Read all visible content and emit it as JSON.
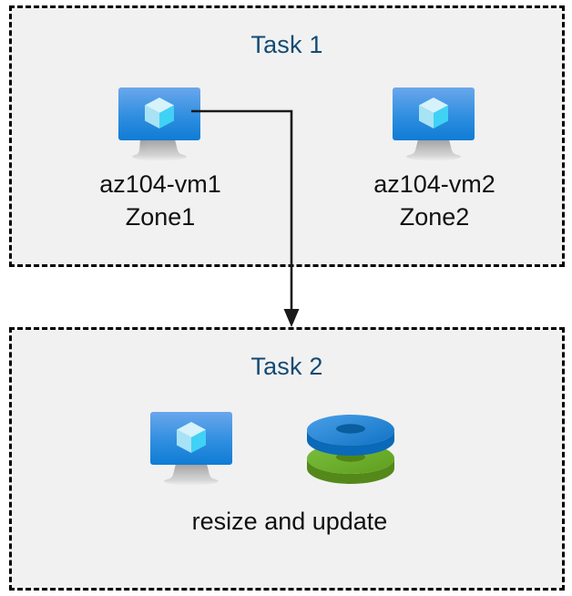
{
  "diagram": {
    "background_color": "#ffffff",
    "box_fill_color": "#f1f1f1",
    "box_border_color": "#000000",
    "title_color": "#134a73",
    "label_color": "#111111",
    "accent_blue": "#1a8bdc",
    "accent_green": "#6aaa22"
  },
  "task1": {
    "title": "Task 1",
    "nodes": [
      {
        "icon": "virtual-machine-icon",
        "label": "az104-vm1\nZone1",
        "name": "az104-vm1",
        "zone": "Zone1"
      },
      {
        "icon": "virtual-machine-icon",
        "label": "az104-vm2\nZone2",
        "name": "az104-vm2",
        "zone": "Zone2"
      }
    ]
  },
  "task2": {
    "title": "Task 2",
    "icons": [
      {
        "icon": "virtual-machine-icon"
      },
      {
        "icon": "managed-disks-icon"
      }
    ],
    "label": "resize and update"
  },
  "connector": {
    "icon": "arrow-down-icon",
    "from": "az104-vm1",
    "to": "task2"
  }
}
